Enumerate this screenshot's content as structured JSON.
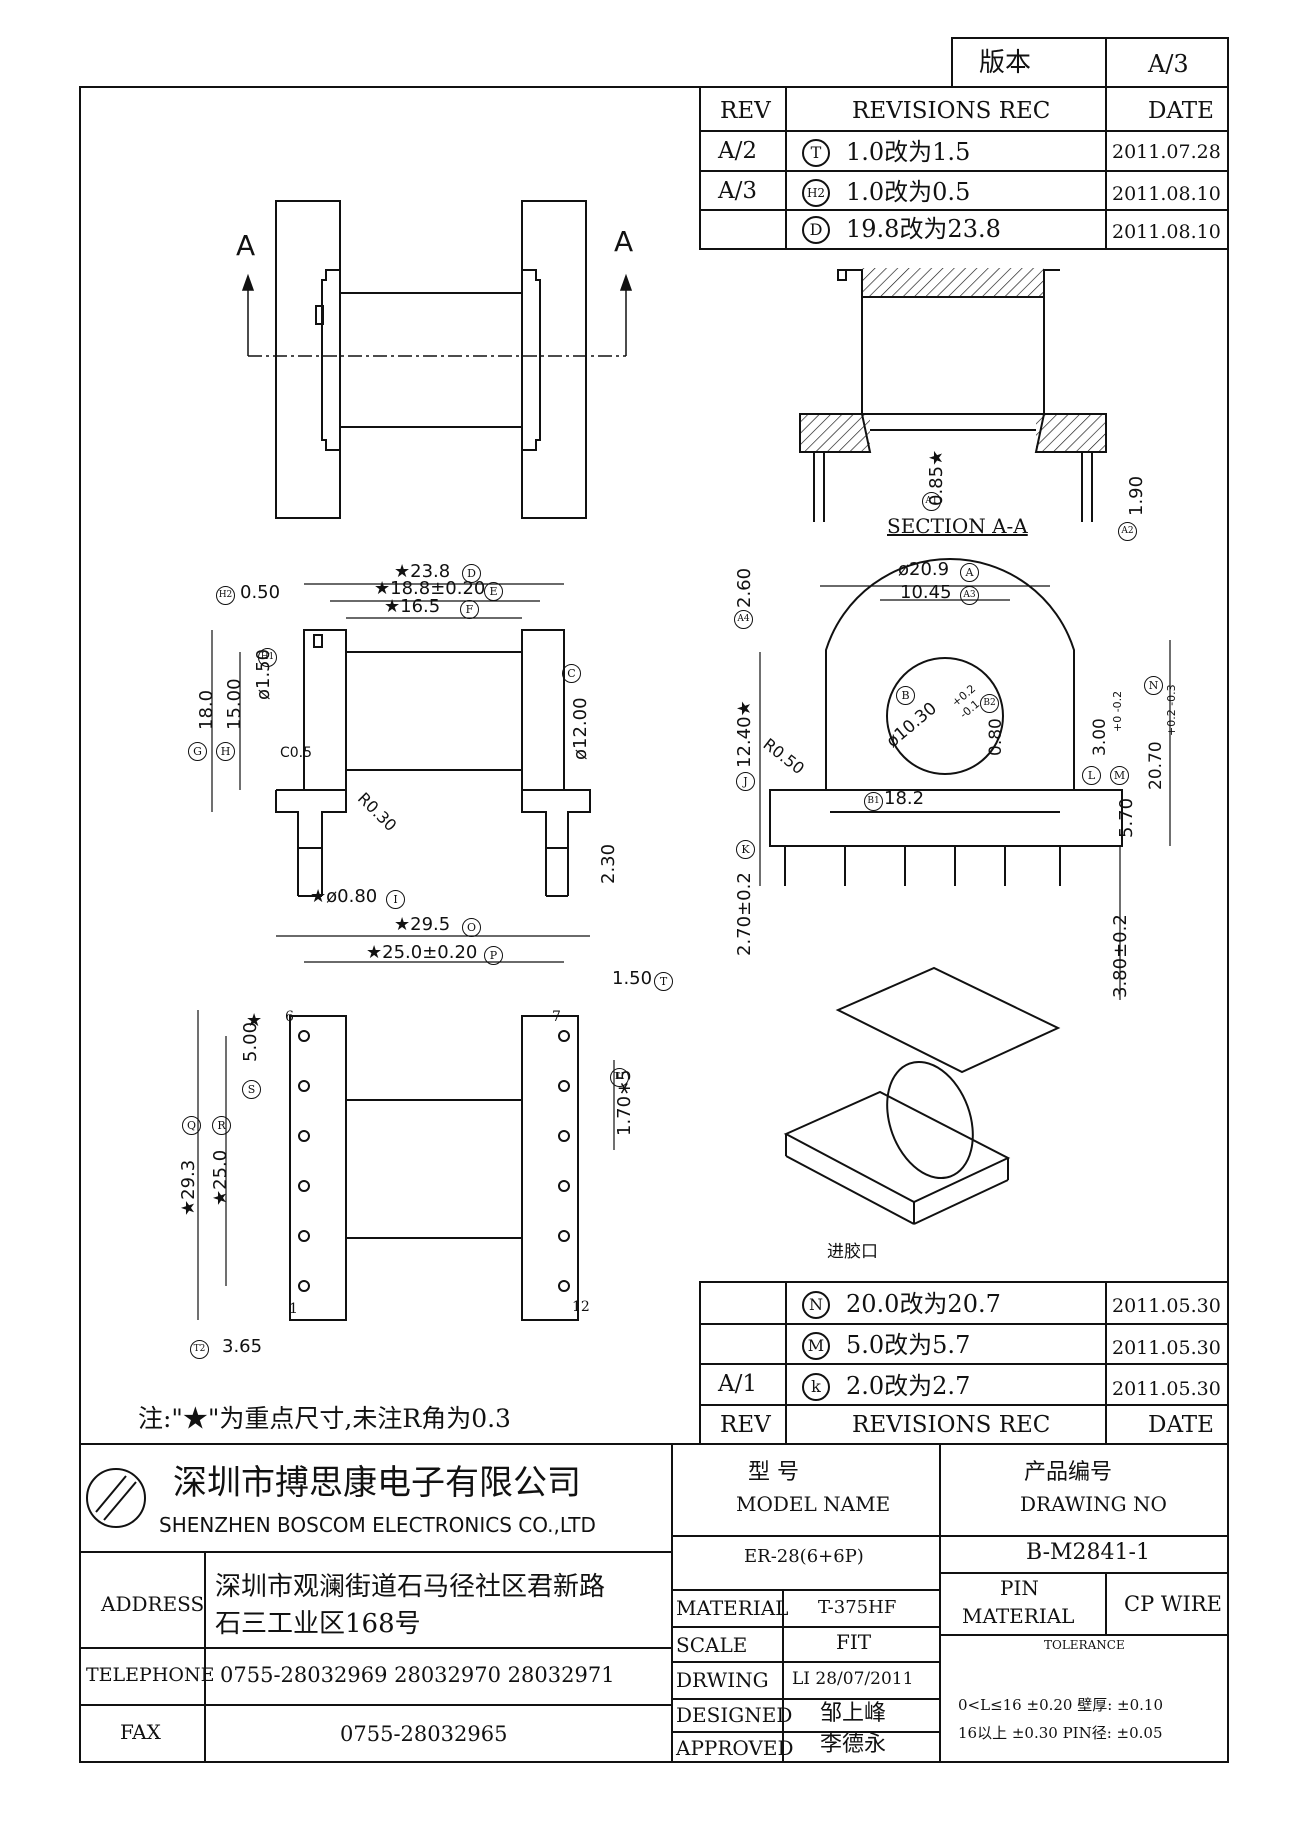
{
  "version_box": {
    "label": "版本",
    "value": "A/3"
  },
  "rev_top": {
    "headers": {
      "rev": "REV",
      "rec": "REVISIONS REC",
      "date": "DATE"
    },
    "rows": [
      {
        "rev": "A/2",
        "mark": "T",
        "text": "1.0改为1.5",
        "date": "2011.07.28"
      },
      {
        "rev": "A/3",
        "mark": "H2",
        "text": "1.0改为0.5",
        "date": "2011.08.10"
      },
      {
        "rev": "",
        "mark": "D",
        "text": "19.8改为23.8",
        "date": "2011.08.10"
      }
    ]
  },
  "rev_bottom": {
    "headers": {
      "rev": "REV",
      "rec": "REVISIONS REC",
      "date": "DATE"
    },
    "rows": [
      {
        "rev": "",
        "mark": "N",
        "text": "20.0改为20.7",
        "date": "2011.05.30"
      },
      {
        "rev": "",
        "mark": "M",
        "text": "5.0改为5.7",
        "date": "2011.05.30"
      },
      {
        "rev": "A/1",
        "mark": "k",
        "text": "2.0改为2.7",
        "date": "2011.05.30"
      }
    ]
  },
  "views": {
    "section_label": "SECTION A-A",
    "section_arrow_left": "A",
    "section_arrow_right": "A",
    "inlet_label": "进胶口",
    "note": "注:\"★\"为重点尺寸,未注R角为0.3"
  },
  "dims": {
    "d_23_8": "★23.8",
    "d_18_8": "★18.8±0.20",
    "d_16_5": "★16.5",
    "d_0_50": "0.50",
    "d_1_50": "ø1.50",
    "d_15_00": "15.00",
    "d_18_0": "18.0",
    "d_c0_5": "C0.5",
    "d_r0_30": "R0.30",
    "d_12_00": "ø12.00",
    "d_2_30": "2.30",
    "d_0_80": "★ø0.80",
    "d_0_85": "0.85★",
    "d_1_90": "1.90",
    "d_2_60": "2.60",
    "d_20_9": "ø20.9",
    "d_10_45": "10.45",
    "d_12_40": "12.40★",
    "d_10_30": "ø10.30",
    "d_10_30_tol_up": "+0.2",
    "d_10_30_tol_dn": "-0.1",
    "d_0_80_b2": "0.80",
    "d_r0_50": "R0.50",
    "d_3_00": "3.00",
    "d_3_00_tol": "+0 -0.2",
    "d_20_70": "20.70",
    "d_20_70_tol": "+0.2 -0.3",
    "d_18_2": "18.2",
    "d_5_70": "5.70",
    "d_2_70": "2.70±0.2",
    "d_3_80": "3.80±0.2",
    "d_29_5": "★29.5",
    "d_25_0p": "★25.0±0.20",
    "d_1_50t": "1.50",
    "d_5_00": "5.00",
    "d_1_70": "1.70∗5",
    "d_29_3": "★29.3",
    "d_25_0r": "★25.0",
    "d_3_65": "3.65",
    "star": "★",
    "pin_6": "6",
    "pin_7": "7",
    "pin_1": "1",
    "pin_12": "12"
  },
  "markers": {
    "D": "D",
    "E": "E",
    "F": "F",
    "H2": "H2",
    "H1": "H1",
    "G": "G",
    "H": "H",
    "C": "C",
    "I": "I",
    "A1": "A1",
    "A2": "A2",
    "A4": "A4",
    "A": "A",
    "A3": "A3",
    "J": "J",
    "B": "B",
    "B2": "B2",
    "L": "L",
    "M": "M",
    "N": "N",
    "B1": "B1",
    "K": "K",
    "O": "O",
    "P": "P",
    "T": "T",
    "T1": "T1",
    "S": "S",
    "Q": "Q",
    "R": "R",
    "T2": "T2"
  },
  "title_block": {
    "company_cn": "深圳市搏思康电子有限公司",
    "company_en": "SHENZHEN BOSCOM ELECTRONICS CO.,LTD",
    "model_cn": "型    号",
    "model_en": "MODEL NAME",
    "model_value": "ER-28(6+6P)",
    "drawing_cn": "产品编号",
    "drawing_en": "DRAWING NO",
    "drawing_value": "B-M2841-1",
    "address_label": "ADDRESS",
    "address_line1": "深圳市观澜街道石马径社区君新路",
    "address_line2": "石三工业区168号",
    "telephone_label": "TELEPHONE",
    "telephone_value": "0755-28032969 28032970 28032971",
    "fax_label": "FAX",
    "fax_value": "0755-28032965",
    "material_label": "MATERIAL",
    "material_value": "T-375HF",
    "scale_label": "SCALE",
    "scale_value": "FIT",
    "drwing_label": "DRWING",
    "drwing_value": "LI 28/07/2011",
    "designed_label": "DESIGNED",
    "designed_value": "邹上峰",
    "approved_label": "APPROVED",
    "approved_value": "李德永",
    "pin_material_label_1": "PIN",
    "pin_material_label_2": "MATERIAL",
    "pin_material_value": "CP WIRE",
    "tolerance_label": "TOLERANCE",
    "tol_line1": "0<L≤16 ±0.20  壁厚: ±0.10",
    "tol_line2": "16以上  ±0.30  PIN径: ±0.05"
  }
}
